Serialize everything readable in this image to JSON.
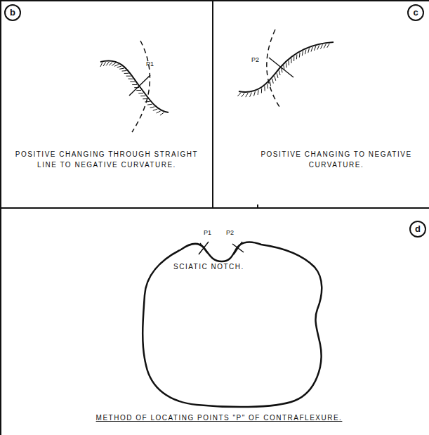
{
  "diagram": {
    "nodes": [
      {
        "text": [
          "POSITIVE CHANGING THROUGH STRAIGHT LINE TO NEGATIVE CURVATURE."
        ]
      },
      {
        "text": [
          "b"
        ],
        "in": 0
      },
      {
        "text": [
          "POSITIVE CHANGING TO NEGATIVE CURVATURE."
        ]
      },
      {
        "text": [
          "c"
        ],
        "in": 2
      },
      {
        "text": [
          "METHOD OF LOCATING POINTS \"P\" OF CONTRAFLEXURE."
        ]
      },
      {
        "text": [
          "d"
        ],
        "in": 4
      }
    ],
    "labels": [
      "P1",
      "P2",
      "SCIATIC NOTCH.",
      "P1",
      "P2"
    ]
  }
}
